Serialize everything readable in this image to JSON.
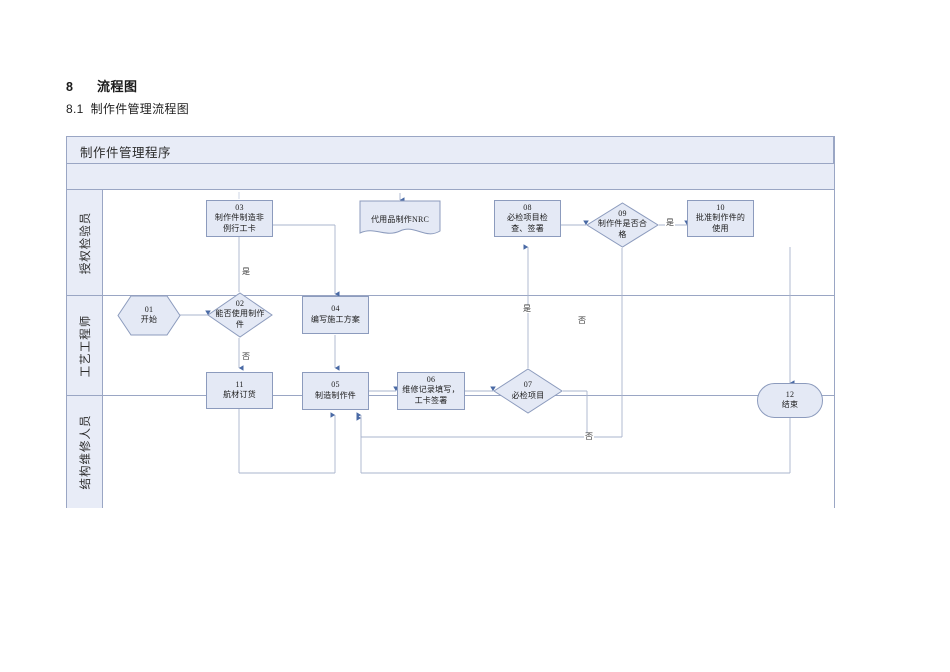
{
  "document": {
    "section_number": "8",
    "section_title": "流程图",
    "sub_number": "8.1",
    "sub_title": "制作件管理流程图"
  },
  "diagram": {
    "title": "制作件管理程序",
    "lanes": [
      {
        "id": "lane-inspector",
        "label": "授权检验员"
      },
      {
        "id": "lane-engineer",
        "label": "工艺工程师"
      },
      {
        "id": "lane-mechanic",
        "label": "结构维修人员"
      }
    ],
    "nodes": [
      {
        "id": "n01",
        "num": "01",
        "text": "开始",
        "shape": "hexagon",
        "lane": "lane-engineer"
      },
      {
        "id": "n02",
        "num": "02",
        "text": "能否使用制作件",
        "shape": "diamond",
        "lane": "lane-engineer"
      },
      {
        "id": "n03",
        "num": "03",
        "text": "制作件制造非例行工卡",
        "shape": "rect",
        "lane": "lane-inspector"
      },
      {
        "id": "n04",
        "num": "04",
        "text": "编写施工方案",
        "shape": "rect",
        "lane": "lane-engineer"
      },
      {
        "id": "n05",
        "num": "05",
        "text": "制造制作件",
        "shape": "rect",
        "lane": "lane-mechanic"
      },
      {
        "id": "n06",
        "num": "06",
        "text": "维修记录填写，工卡签署",
        "shape": "rect",
        "lane": "lane-mechanic"
      },
      {
        "id": "n07",
        "num": "07",
        "text": "必检项目",
        "shape": "diamond",
        "lane": "lane-mechanic"
      },
      {
        "id": "n08",
        "num": "08",
        "text": "必检项目检查、签署",
        "shape": "rect",
        "lane": "lane-inspector"
      },
      {
        "id": "n09",
        "num": "09",
        "text": "制作件是否合格",
        "shape": "diamond",
        "lane": "lane-inspector"
      },
      {
        "id": "n10",
        "num": "10",
        "text": "批准制作件的使用",
        "shape": "rect",
        "lane": "lane-inspector"
      },
      {
        "id": "n11",
        "num": "11",
        "text": "航材订货",
        "shape": "rect",
        "lane": "lane-mechanic"
      },
      {
        "id": "n12",
        "num": "12",
        "text": "结束",
        "shape": "rounded",
        "lane": "lane-mechanic"
      },
      {
        "id": "nnrc",
        "num": "",
        "text": "代用品制作NRC",
        "shape": "document",
        "lane": "lane-inspector"
      }
    ],
    "edge_labels": [
      {
        "id": "edge-02-yes",
        "text": "是"
      },
      {
        "id": "edge-02-no",
        "text": "否"
      },
      {
        "id": "edge-07-yes",
        "text": "是"
      },
      {
        "id": "edge-09-no",
        "text": "否"
      },
      {
        "id": "edge-09-yes",
        "text": "是"
      },
      {
        "id": "edge-07-no",
        "text": "否"
      }
    ],
    "colors": {
      "shape_fill": "#e4e9f5",
      "shape_border": "#8c9bbd",
      "lane_header_fill": "#e8ecf7",
      "frame_border": "#9aa6c4",
      "connector": "#9aa6c4",
      "arrow": "#4a6aa5"
    }
  }
}
